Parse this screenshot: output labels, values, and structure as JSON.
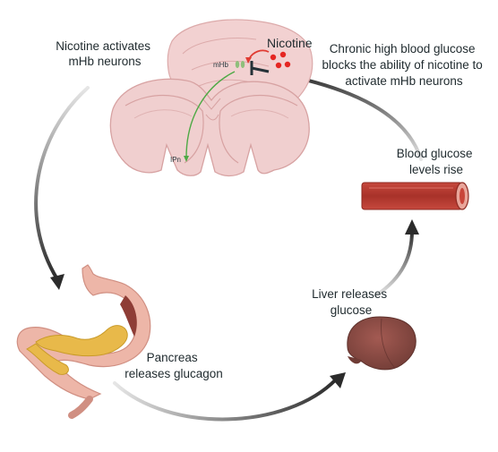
{
  "labels": {
    "nicotine_activates": [
      "Nicotine activates",
      "mHb neurons"
    ],
    "chronic_glucose": [
      "Chronic high blood glucose",
      "blocks the ability of nicotine to",
      "activate mHb neurons"
    ],
    "glucose_rise": [
      "Blood glucose",
      "levels rise"
    ],
    "liver": [
      "Liver releases",
      "glucose"
    ],
    "pancreas": [
      "Pancreas",
      "releases glucagon"
    ],
    "nicotine": "Nicotine",
    "mhb": "mHb",
    "ipn": "IPn"
  },
  "colors": {
    "brain_fill": "#f1c9c9",
    "brain_stroke": "#d79e9e",
    "nicotine_dots": "#e52622",
    "nicotine_arrow": "#e03c33",
    "projection_arrow": "#4ea945",
    "inhibit_line": "#263238",
    "vessel_outer": "#b83b32",
    "vessel_inner": "#e9a59a",
    "liver": "#8a4a43",
    "pancreas": "#e8b94a",
    "stomach": "#edb6a8"
  }
}
